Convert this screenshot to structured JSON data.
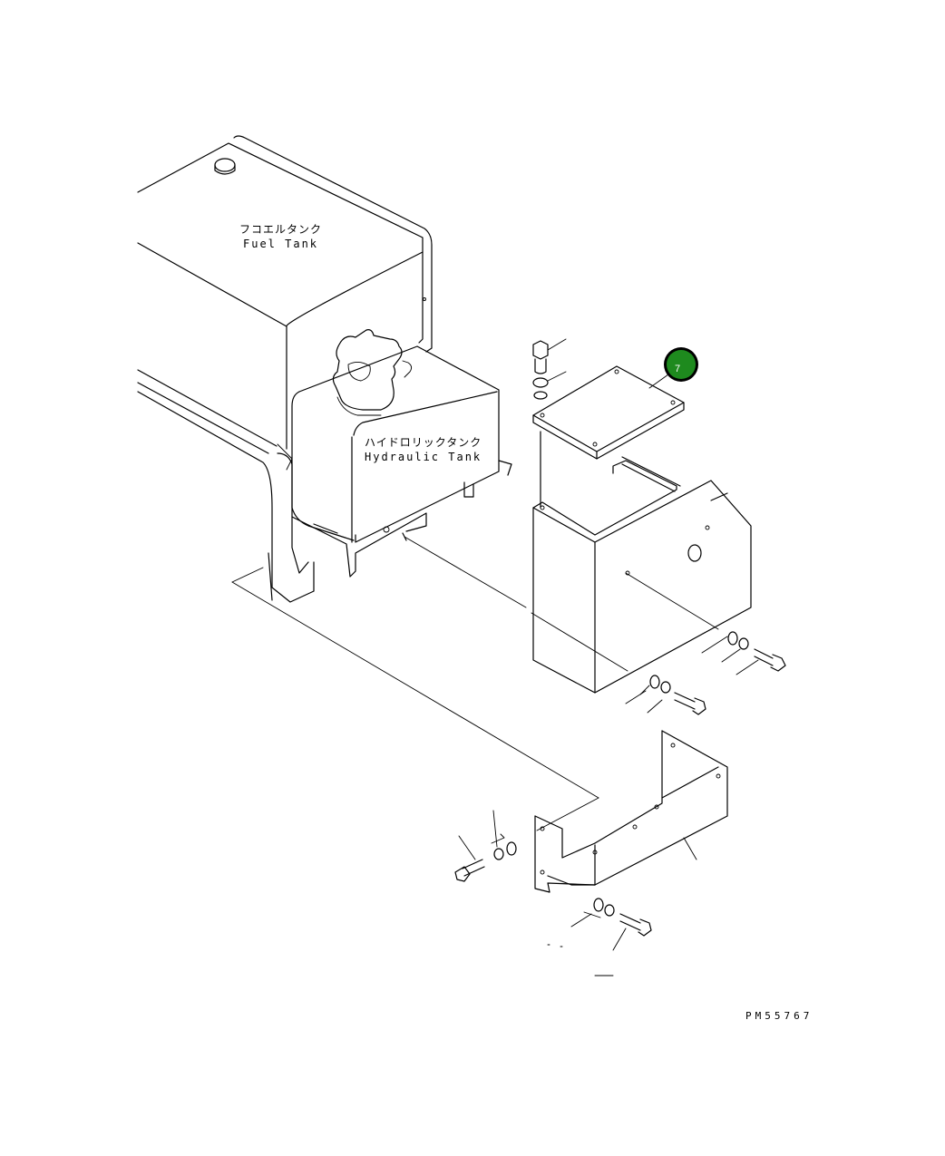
{
  "labels": {
    "fuel_tank_jp": "フコエルタンク",
    "fuel_tank_en": "Fuel Tank",
    "hydraulic_tank_jp": "ハイドロリックタンク",
    "hydraulic_tank_en": "Hydraulic Tank"
  },
  "callouts": [
    {
      "number": "7",
      "part": "cover-plate",
      "color": "#1e8a1e"
    }
  ],
  "drawing_code": "PM55767"
}
